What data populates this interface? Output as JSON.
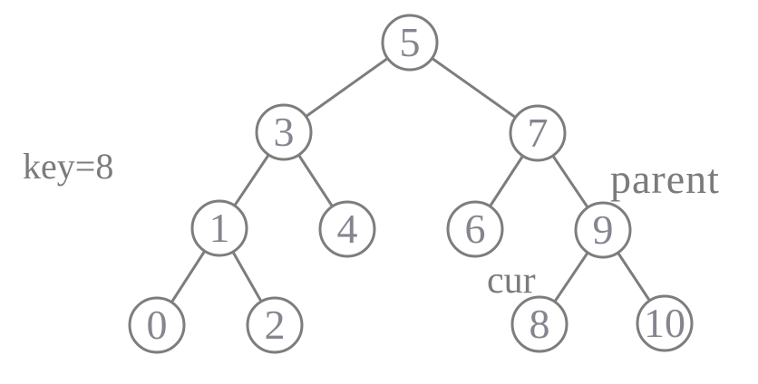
{
  "diagram": {
    "type": "binary-search-tree",
    "background_color": "#ffffff",
    "stroke_color": "#7d7d7d",
    "node_text_color": "#85858f",
    "annotation_text_color": "#7b7b7b",
    "annotations": {
      "key": "key=8",
      "parent": "parent",
      "cur": "cur"
    },
    "nodes": [
      {
        "value": "5"
      },
      {
        "value": "3"
      },
      {
        "value": "7"
      },
      {
        "value": "1"
      },
      {
        "value": "4"
      },
      {
        "value": "6"
      },
      {
        "value": "9"
      },
      {
        "value": "0"
      },
      {
        "value": "2"
      },
      {
        "value": "8"
      },
      {
        "value": "10"
      }
    ],
    "edges": [
      "5-3",
      "5-7",
      "3-1",
      "3-4",
      "7-6",
      "7-9",
      "1-0",
      "1-2",
      "9-8",
      "9-10"
    ]
  }
}
